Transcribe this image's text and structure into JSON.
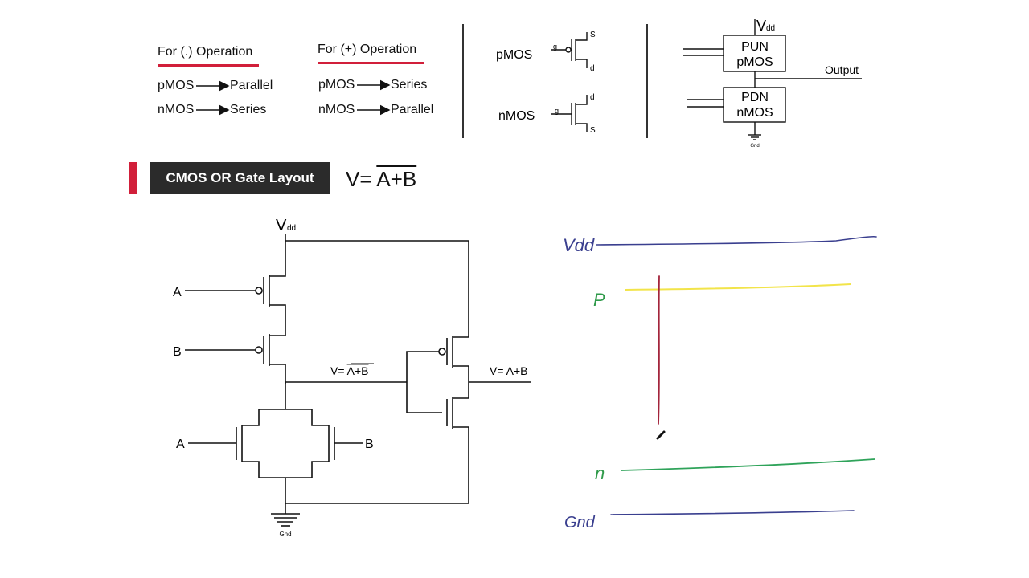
{
  "rules": {
    "and_title": "For (.) Operation",
    "and_pmos": "pMOS",
    "and_pmos_result": "Parallel",
    "and_nmos": "nMOS",
    "and_nmos_result": "Series",
    "or_title": "For (+) Operation",
    "or_pmos": "pMOS",
    "or_pmos_result": "Series",
    "or_nmos": "nMOS",
    "or_nmos_result": "Parallel"
  },
  "symbols": {
    "pmos_label": "pMOS",
    "nmos_label": "nMOS",
    "pmos_top": "S",
    "pmos_bottom": "d",
    "nmos_top": "d",
    "nmos_bottom": "S",
    "pmos_gate": "g",
    "nmos_gate": "g"
  },
  "block": {
    "vdd": "V",
    "vdd_sub": "dd",
    "pun": "PUN",
    "pun_sub": "pMOS",
    "pdn": "PDN",
    "pdn_sub": "nMOS",
    "output": "Output",
    "gnd": "Gnd"
  },
  "banner": {
    "title": "CMOS OR Gate Layout",
    "formula_prefix": "V= ",
    "formula_expr": "A+B"
  },
  "circuit": {
    "vdd": "V",
    "vdd_sub": "dd",
    "input_a1": "A",
    "input_b1": "B",
    "input_a2": "A",
    "input_b2": "B",
    "mid_prefix": "V= ",
    "mid_expr": "A+B",
    "out": "V= A+B",
    "gnd": "Gnd"
  },
  "sketch": {
    "vdd": "Vdd",
    "p": "P",
    "n": "n",
    "gnd": "Gnd",
    "colors": {
      "vdd_line": "#3a3f8f",
      "p_line": "#f2e44a",
      "p_label": "#2f9a4a",
      "poly_line": "#a3243b",
      "n_line": "#2fa35a",
      "n_label": "#2f9a4a",
      "gnd_line": "#3a3f8f"
    }
  },
  "colors": {
    "accent": "#d11f3a",
    "banner_bg": "#2b2b2b"
  }
}
